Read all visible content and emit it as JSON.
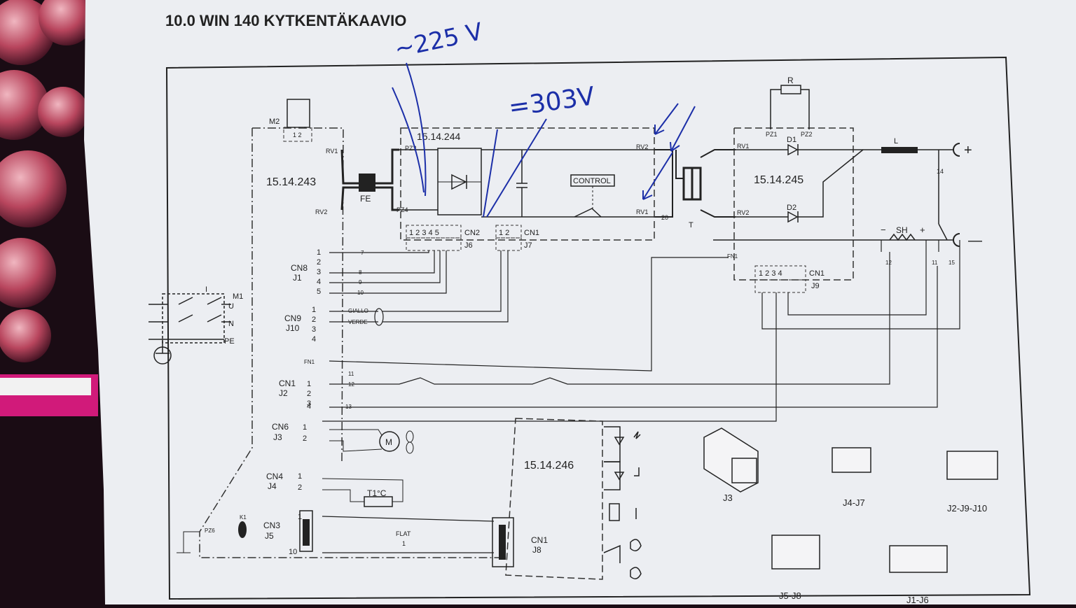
{
  "title": "10.0 WIN 140 KYTKENTÄKAAVIO",
  "handwritten": {
    "ac_voltage": "~225 V",
    "dc_voltage": "=303V"
  },
  "boards": {
    "b243": "15.14.243",
    "b244": "15.14.244",
    "b245": "15.14.245",
    "b246": "15.14.246"
  },
  "components": {
    "m2": "M2",
    "fe": "FE",
    "control": "CONTROL",
    "t": "T",
    "r": "R",
    "d1": "D1",
    "d2": "D2",
    "l": "L",
    "sh": "SH",
    "k1": "K1",
    "m1": "M1",
    "motor": "M",
    "thermo": "T1°C",
    "flat": "FLAT",
    "flat_num": "1"
  },
  "terminals": {
    "rv1": "RV1",
    "rv2": "RV2",
    "pz1": "PZ1",
    "pz2": "PZ2",
    "pz3": "PZ3",
    "pz4": "PZ4",
    "pz6": "PZ6",
    "fn1": "FN1",
    "num20": "20",
    "minus": "−",
    "plus": "+",
    "out_plus": "+",
    "out_minus": "—"
  },
  "switch_labels": {
    "i": "I",
    "u": "U",
    "n": "N",
    "pe": "PE"
  },
  "connectors": {
    "cn2_j6": [
      "CN2",
      "J6"
    ],
    "cn1_j7": [
      "CN1",
      "J7"
    ],
    "cn1_j9": [
      "CN1",
      "J9"
    ],
    "cn8_j1": [
      "CN8",
      "J1"
    ],
    "cn9_j10": [
      "CN9",
      "J10"
    ],
    "cn1_j2": [
      "CN1",
      "J2"
    ],
    "cn6_j3": [
      "CN6",
      "J3"
    ],
    "cn4_j4": [
      "CN4",
      "J4"
    ],
    "cn3_j5": [
      "CN3",
      "J5"
    ],
    "cn1_j8": [
      "CN1",
      "J8"
    ]
  },
  "wire_labels": {
    "w7": "7",
    "w8": "8",
    "w9": "9",
    "w10": "10",
    "w11": "11",
    "w12": "12",
    "w13": "13",
    "w14": "14",
    "w15": "15",
    "giallo": "GIALLO",
    "verde": "VERDE"
  },
  "legend_connectors": [
    "J3",
    "J4-J7",
    "J2-J9-J10",
    "J5-J8",
    "J1-J6"
  ],
  "colors": {
    "paper": "#eceef2",
    "ink": "#222222",
    "pen": "#1c2fa8",
    "background": "#1a0c14"
  }
}
